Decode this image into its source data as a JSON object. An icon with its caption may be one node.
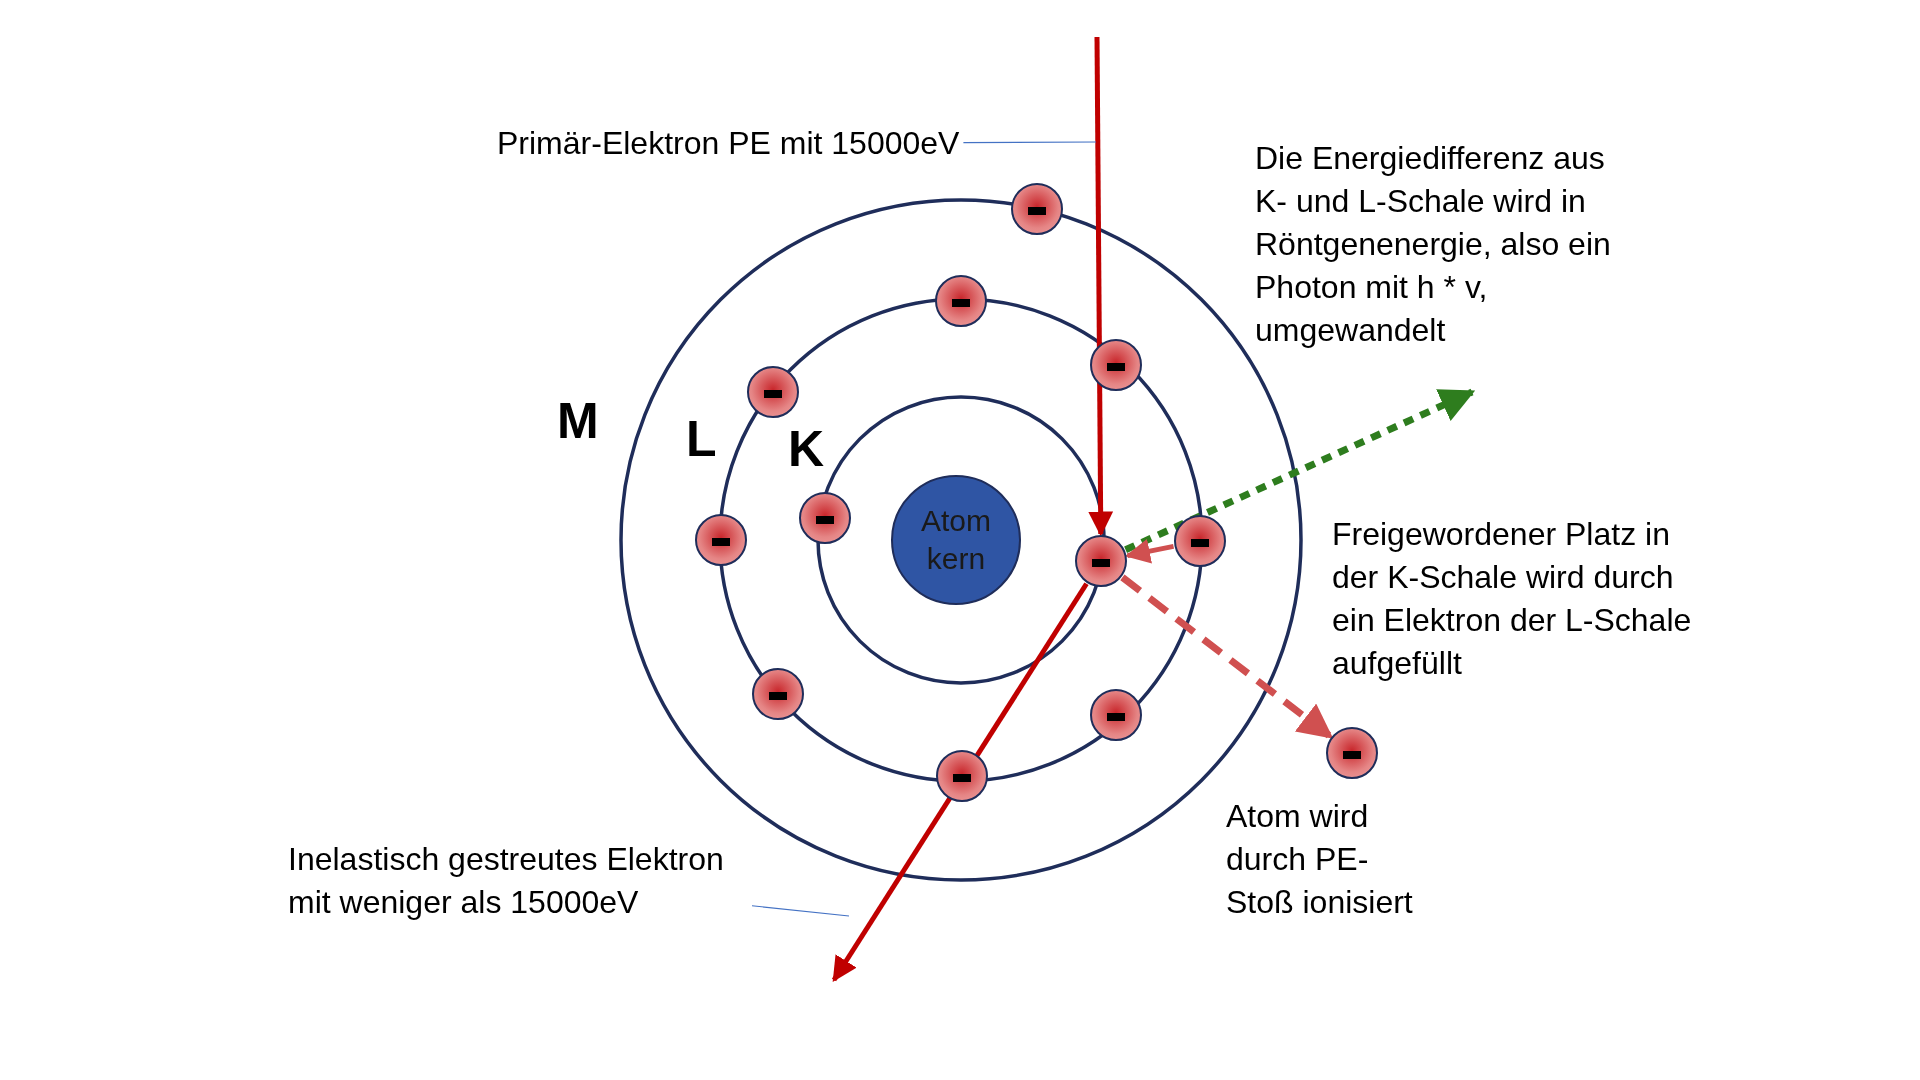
{
  "diagram": {
    "nodes": [
      {
        "text": [
          "Primär-Elektron PE mit 15000eV"
        ]
      },
      {
        "text": [
          "Atom kern"
        ]
      },
      {
        "text": [
          "Inelastisch gestreutes Elektron mit weniger als 15000eV"
        ]
      },
      {
        "text": [],
        "shape": "circle"
      },
      {
        "text": [],
        "shape": "circle"
      },
      {
        "text": [],
        "shape": "circle"
      },
      {
        "text": [],
        "shape": "circle"
      },
      {
        "text": [],
        "shape": "circle"
      },
      {
        "text": [],
        "shape": "circle"
      },
      {
        "text": [],
        "shape": "circle"
      },
      {
        "text": [],
        "shape": "circle"
      },
      {
        "text": [],
        "shape": "circle"
      },
      {
        "text": [],
        "shape": "circle"
      },
      {
        "text": [],
        "shape": "circle"
      },
      {
        "text": [],
        "shape": "circle"
      }
    ],
    "edges": [
      {
        "from": null,
        "to": 10,
        "arrow": "to",
        "color": "#c00000"
      },
      {
        "from": 10,
        "to": null,
        "arrow": "to",
        "color": "#c00000"
      },
      {
        "from": 10,
        "to": null,
        "arrow": "to",
        "style": "dashed",
        "color": "#2e7d1e"
      },
      {
        "from": 9,
        "to": 10,
        "arrow": "to",
        "color": "#d05050"
      },
      {
        "from": 10,
        "to": 13,
        "arrow": "to",
        "style": "dashed",
        "color": "#d05050"
      },
      {
        "from": 0,
        "to": null,
        "arrow": "none",
        "color": "#4472c4"
      },
      {
        "from": 2,
        "to": null,
        "arrow": "none",
        "color": "#4472c4"
      }
    ],
    "labels": [
      "Die Energiedifferenz aus K- und L-Schale wird in Röntgenenergie, also ein Photon mit h * v, umgewandelt",
      "M",
      "L",
      "K",
      "Freigewordener Platz in der K-Schale wird durch ein Elektron der L-Schale aufgefüllt",
      "Atom wird durch PE-Stoß ionisiert"
    ]
  }
}
